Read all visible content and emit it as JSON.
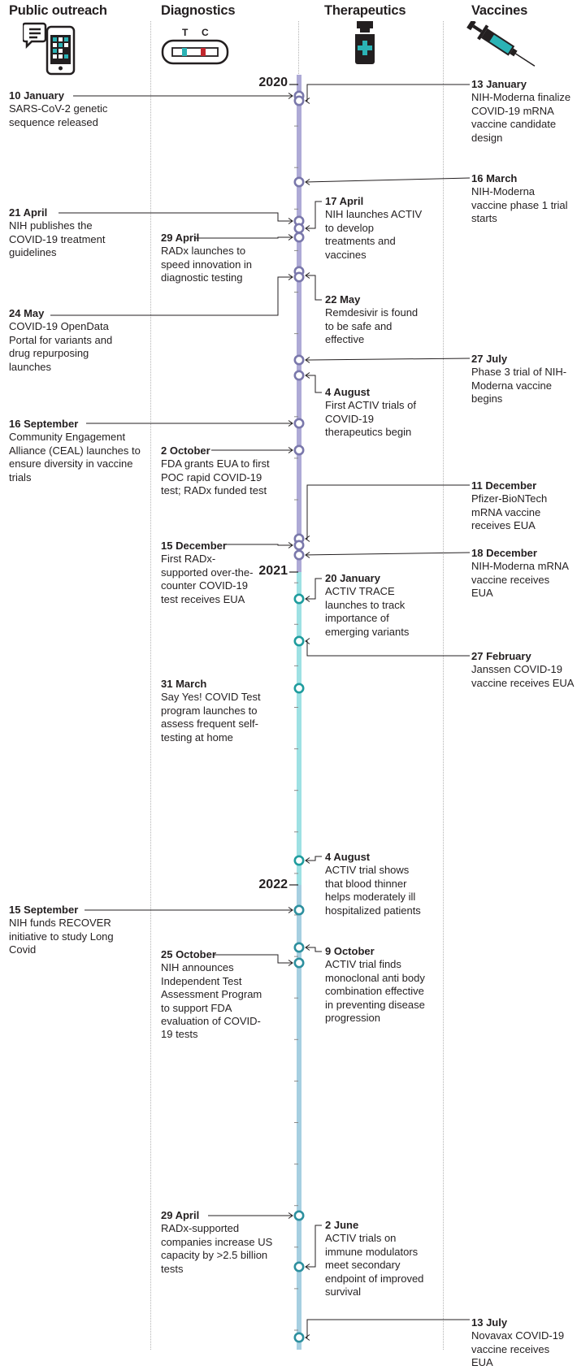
{
  "columns": {
    "public_outreach": "Public outreach",
    "diagnostics": "Diagnostics",
    "therapeutics": "Therapeutics",
    "vaccines": "Vaccines"
  },
  "icons": {
    "public_outreach": "smartphone-with-message-bubble-icon",
    "diagnostics": "rapid-test-cassette-icon",
    "therapeutics": "medicine-vial-icon",
    "vaccines": "syringe-icon"
  },
  "test_cassette": {
    "t_label": "T",
    "c_label": "C"
  },
  "colors": {
    "period_2020": "#aeaad6",
    "period_2021": "#9ee1e4",
    "period_2022": "#a6cfe1",
    "marker_2020": "#7a78ab",
    "marker_2021": "#1f9c9e",
    "marker_2022": "#2d8f9e",
    "accent_teal": "#2bb3b5"
  },
  "years": {
    "y2020": "2020",
    "y2021": "2021",
    "y2022": "2022"
  },
  "events": [
    {
      "date": "10 January",
      "text": "SARS-CoV-2 genetic sequence released",
      "column": "Public outreach"
    },
    {
      "date": "13 January",
      "text": "NIH-Moderna finalize COVID-19 mRNA vaccine candidate design",
      "column": "Vaccines"
    },
    {
      "date": "16 March",
      "text": "NIH-Moderna vaccine phase 1 trial starts",
      "column": "Vaccines"
    },
    {
      "date": "17 April",
      "text": "NIH launches ACTIV to develop treatments and vaccines",
      "column": "Therapeutics"
    },
    {
      "date": "21 April",
      "text": "NIH publishes the COVID-19 treatment guidelines",
      "column": "Public outreach"
    },
    {
      "date": "29 April",
      "text": "RADx launches to speed innovation in diagnostic testing",
      "column": "Diagnostics"
    },
    {
      "date": "22 May",
      "text": "Remdesivir is found to be safe and effective",
      "column": "Therapeutics"
    },
    {
      "date": "24 May",
      "text": "COVID-19 OpenData Portal for variants and drug repurposing launches",
      "column": "Public outreach"
    },
    {
      "date": "27 July",
      "text": "Phase 3 trial of NIH-Moderna vaccine begins",
      "column": "Vaccines"
    },
    {
      "date": "4 August",
      "text": "First ACTIV trials of COVID-19 therapeutics begin",
      "column": "Therapeutics"
    },
    {
      "date": "16 September",
      "text": "Community Engagement Alliance (CEAL) launches to ensure diversity in vaccine trials",
      "column": "Public outreach"
    },
    {
      "date": "2 October",
      "text": "FDA grants EUA to first POC rapid COVID-19 test; RADx funded test",
      "column": "Diagnostics"
    },
    {
      "date": "11 December",
      "text": "Pfizer-BioNTech mRNA vaccine receives EUA",
      "column": "Vaccines"
    },
    {
      "date": "15 December",
      "text": "First RADx-supported over-the-counter COVID-19 test receives EUA",
      "column": "Diagnostics"
    },
    {
      "date": "18 December",
      "text": "NIH-Moderna mRNA vaccine receives EUA",
      "column": "Vaccines"
    },
    {
      "date": "20 January",
      "text": "ACTIV TRACE launches to track importance of emerging variants",
      "column": "Therapeutics"
    },
    {
      "date": "27 February",
      "text": "Janssen COVID-19 vaccine receives EUA",
      "column": "Vaccines"
    },
    {
      "date": "31 March",
      "text": "Say Yes! COVID Test program launches to assess frequent self-testing at home",
      "column": "Diagnostics"
    },
    {
      "date": "4 August",
      "text": "ACTIV trial shows that blood thinner helps moderately ill hospitalized patients",
      "column": "Therapeutics"
    },
    {
      "date": "15 September",
      "text": "NIH funds RECOVER initiative to study Long Covid",
      "column": "Public outreach"
    },
    {
      "date": "9 October",
      "text": "ACTIV trial finds monoclonal anti body combination effective in preventing disease progression",
      "column": "Therapeutics"
    },
    {
      "date": "25 October",
      "text": "NIH announces Independent Test Assessment Program to support FDA evaluation of COVID-19 tests",
      "column": "Diagnostics"
    },
    {
      "date": "29 April",
      "text": "RADx-supported companies increase US capacity by >2.5 billion tests",
      "column": "Diagnostics"
    },
    {
      "date": "2 June",
      "text": "ACTIV trials on immune modulators meet secondary endpoint of improved survival",
      "column": "Therapeutics"
    },
    {
      "date": "13 July",
      "text": "Novavax COVID-19 vaccine receives EUA",
      "column": "Vaccines"
    }
  ]
}
